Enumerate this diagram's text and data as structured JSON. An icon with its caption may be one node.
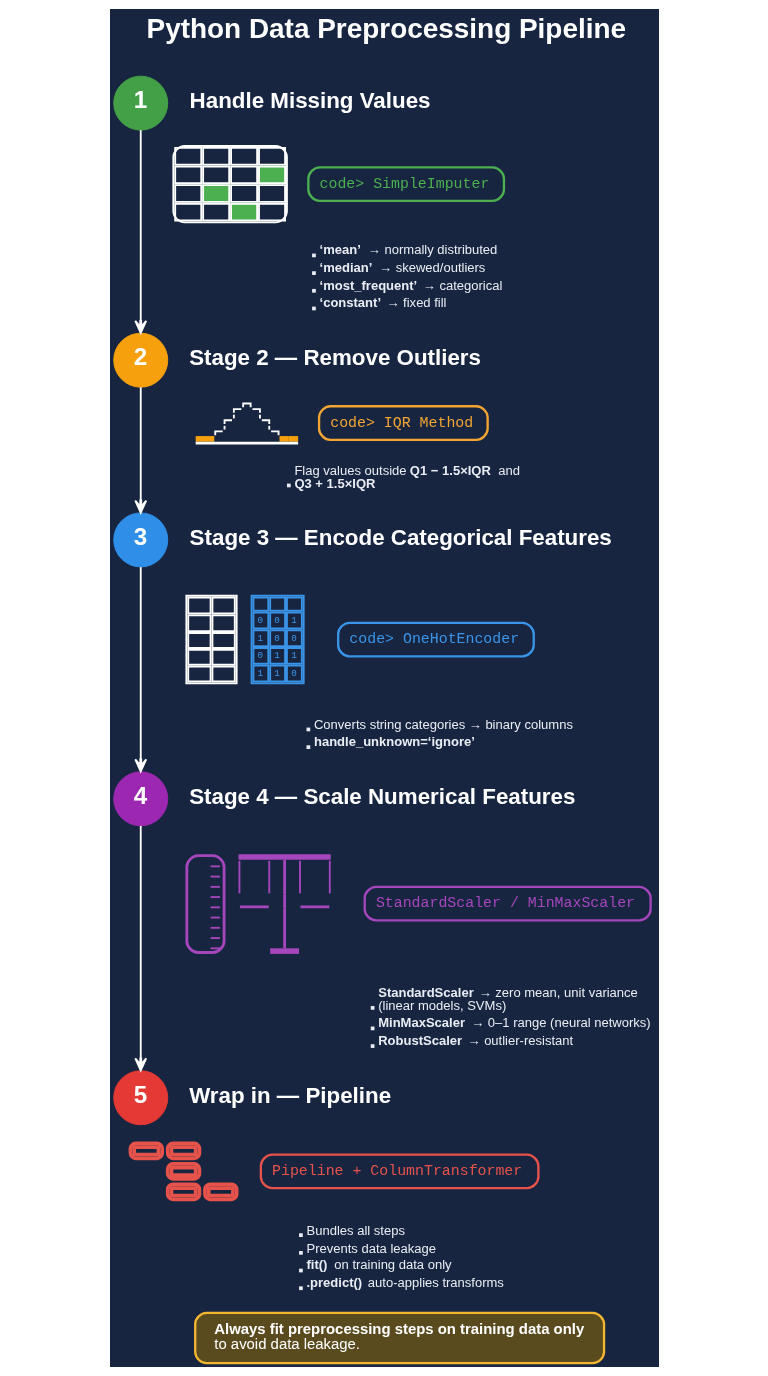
{
  "diagram": {
    "title": "Python Data Preprocessing Pipeline",
    "nodes": [
      {
        "text": [
          "1"
        ],
        "beside": [
          "Handle Missing Values"
        ]
      },
      {
        "text": [],
        "shape": "picture"
      },
      {
        "text": [
          "code> SimpleImputer"
        ],
        "beside": [
          "**‘mean’** → normally distributed",
          "**‘median’** → skewed/outliers",
          "**‘most_frequent’** → categorical",
          "**‘constant’** → fixed fill"
        ]
      },
      {
        "text": [
          "2"
        ],
        "beside": [
          "Stage 2 — Remove Outliers"
        ]
      },
      {
        "text": [],
        "shape": "picture"
      },
      {
        "text": [
          "code> IQR Method"
        ],
        "beside": [
          "Flag values outside **Q1 − 1.5×IQR** and **Q3 + 1.5×IQR**"
        ]
      },
      {
        "text": [
          "3"
        ],
        "beside": [
          "Stage 3 — Encode Categorical Features"
        ]
      },
      {
        "text": [],
        "shape": "picture"
      },
      {
        "text": [
          "code> OneHotEncoder"
        ],
        "beside": [
          "Converts string categories → binary columns",
          "**handle_unknown=‘ignore’**"
        ]
      },
      {
        "text": [
          "4"
        ],
        "beside": [
          "Stage 4 — Scale Numerical Features"
        ]
      },
      {
        "text": [],
        "shape": "picture"
      },
      {
        "text": [
          "StandardScaler / MinMaxScaler"
        ],
        "beside": [
          "**StandardScaler** → zero mean, unit variance (linear models, SVMs)",
          "**MinMaxScaler** → 0–1 range (neural networks)",
          "**RobustScaler** → outlier-resistant"
        ]
      },
      {
        "text": [
          "5"
        ],
        "beside": [
          "Wrap in — Pipeline"
        ]
      },
      {
        "text": [],
        "shape": "picture"
      },
      {
        "text": [
          "Pipeline + ColumnTransformer"
        ],
        "beside": [
          "Bundles all steps",
          "Prevents data leakage",
          "**fit()** on training data only",
          "**.predict()** auto-applies transforms"
        ]
      },
      {
        "text": [
          "**Always fit preprocessing steps on training data only** to avoid data leakage."
        ]
      }
    ],
    "edges": [
      {
        "from": 0,
        "to": 3,
        "arrow": "to"
      },
      {
        "from": 3,
        "to": 6,
        "arrow": "to"
      },
      {
        "from": 6,
        "to": 9,
        "arrow": "to"
      },
      {
        "from": 9,
        "to": 12,
        "arrow": "to"
      }
    ],
    "labels": [
      "0",
      "0",
      "1",
      "1",
      "0",
      "0",
      "0",
      "1",
      "1",
      "1",
      "1",
      "0"
    ]
  }
}
